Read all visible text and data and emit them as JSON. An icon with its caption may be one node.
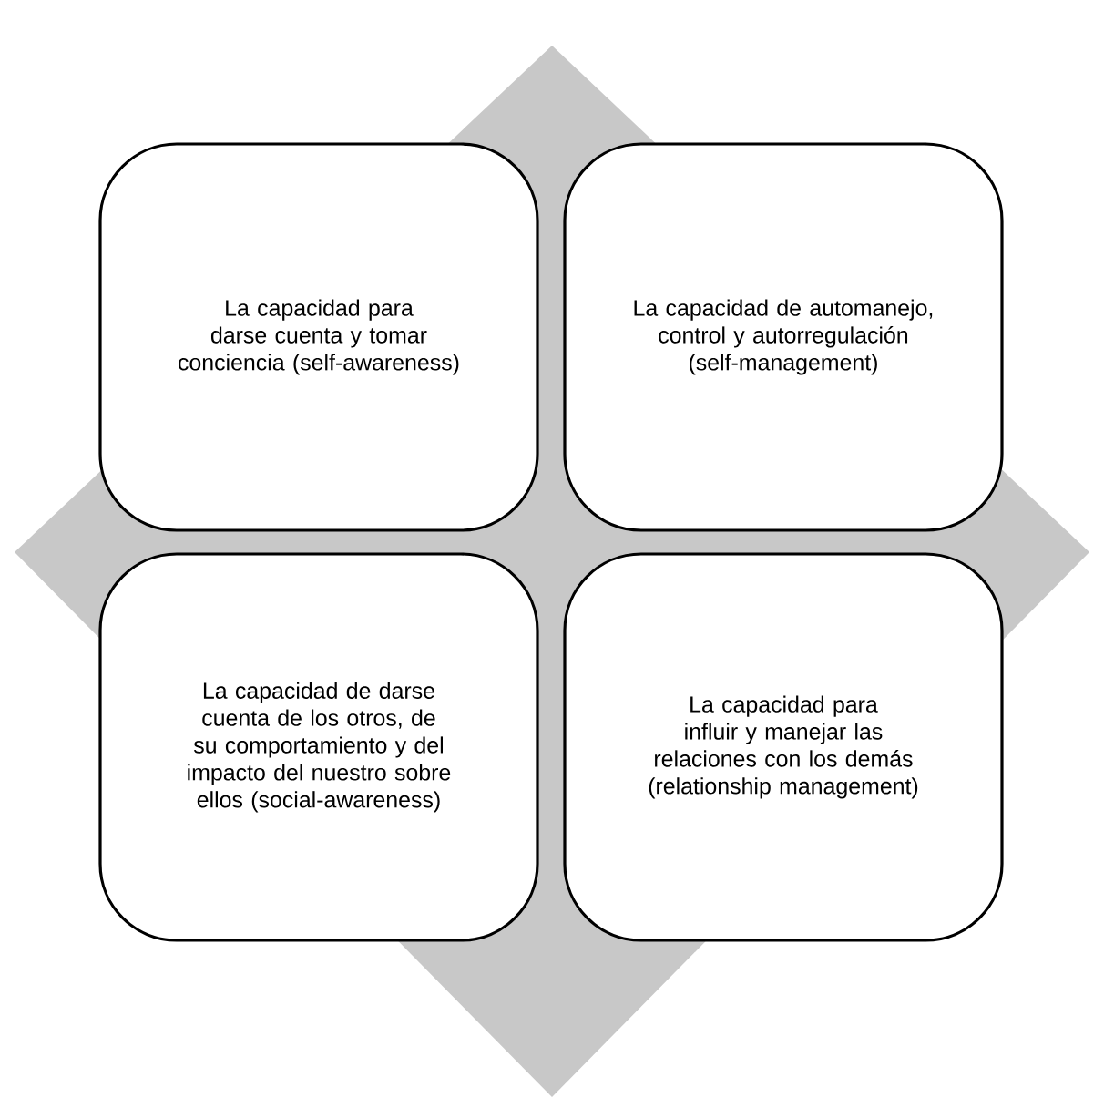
{
  "diagram": {
    "nodes": [
      {
        "text": [
          "La capacidad para darse cuenta y tomar conciencia (self-awareness)"
        ]
      },
      {
        "text": [
          "La capacidad de automanejo, control y autorregulación (self-management)"
        ]
      },
      {
        "text": [
          "La capacidad de darse cuenta de los otros, de su comportamiento y del impacto del nuestro sobre ellos (social-awareness)"
        ]
      },
      {
        "text": [
          "La capacidad para influir y manejar las relaciones con los demás (relationship management)"
        ]
      }
    ]
  }
}
